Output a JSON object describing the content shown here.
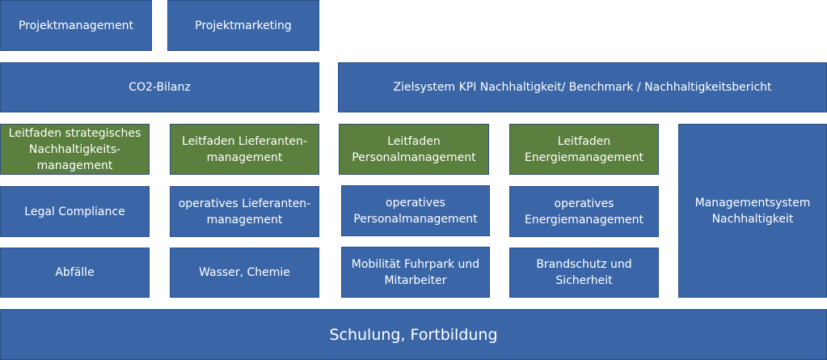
{
  "diagram": {
    "projektmanagement": "Projektmanagement",
    "projektmarketing": "Projektmarketing",
    "co2_bilanz": "CO2-Bilanz",
    "zielsystem": "Zielsystem KPI Nachhaltigkeit/ Benchmark  / Nachhaltigkeitsbericht",
    "leitfaden_strategisch": "Leitfaden strategisches\nNachhaltigkeits-\nmanagement",
    "leitfaden_lieferanten": "Leitfaden Lieferanten-\nmanagement",
    "leitfaden_personal": "Leitfaden\nPersonalmanagement",
    "leitfaden_energie": "Leitfaden\nEnergiemanagement",
    "managementsystem": "Managementsystem\nNachhaltigkeit",
    "legal_compliance": "Legal Compliance",
    "operatives_lieferanten": "operatives Lieferanten-\nmanagement",
    "operatives_personal": "operatives\nPersonalmanagement",
    "operatives_energie": "operatives\nEnergiemanagement",
    "abfaelle": "Abfälle",
    "wasser_chemie": "Wasser, Chemie",
    "mobilitaet": "Mobilität Fuhrpark und\nMitarbeiter",
    "brandschutz": "Brandschutz und\nSicherheit",
    "schulung": "Schulung, Fortbildung"
  },
  "colors": {
    "blue": "#3a66a8",
    "green": "#5a7f3e",
    "border": "#2c4f86"
  }
}
